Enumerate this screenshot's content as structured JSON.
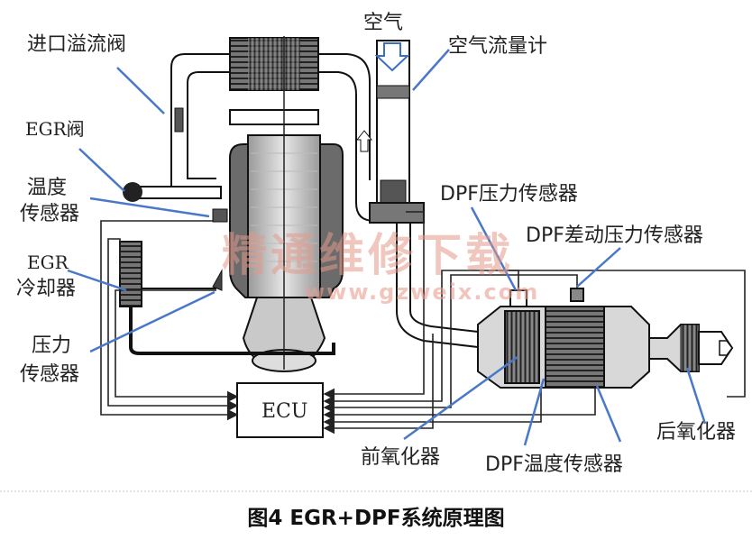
{
  "labels": {
    "intake_overflow_valve": "进口溢流阀",
    "egr_valve": "EGR阀",
    "temp_sensor_line1": "温度",
    "temp_sensor_line2": "传感器",
    "egr_cooler_line1": "EGR",
    "egr_cooler_line2": "冷却器",
    "pressure_sensor_line1": "压力",
    "pressure_sensor_line2": "传感器",
    "air": "空气",
    "air_flow_meter": "空气流量计",
    "dpf_pressure_sensor": "DPF压力传感器",
    "dpf_diff_pressure_sensor": "DPF差动压力传感器",
    "ecu": "ECU",
    "front_catalyst": "前氧化器",
    "dpf_temp_sensor": "DPF温度传感器",
    "rear_catalyst": "后氧化器"
  },
  "watermark": {
    "title": "精通维修下载",
    "url": "www.gzweix.com"
  },
  "caption": "图4 EGR+DPF系统原理图",
  "colors": {
    "leader_line": "#4a78c8",
    "diagram_line": "#1a1a1a",
    "watermark": "#e39a8a"
  }
}
